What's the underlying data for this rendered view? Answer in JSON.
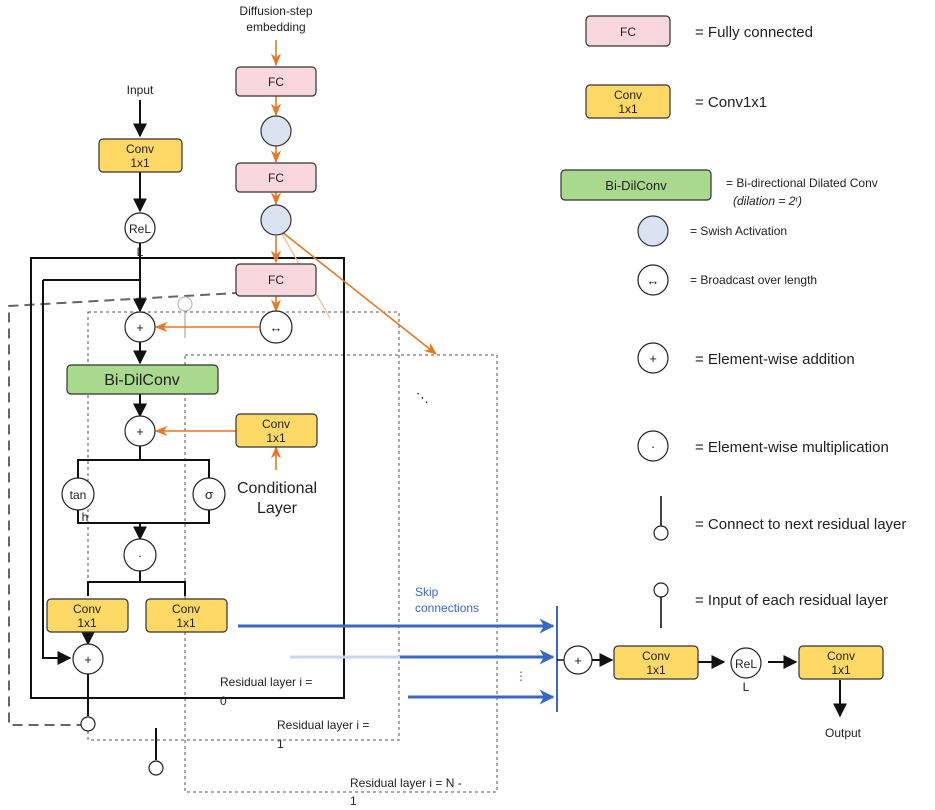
{
  "labels": {
    "diffusion_step": [
      "Diffusion-step",
      "embedding"
    ],
    "input": "Input",
    "output": "Output",
    "conditional_layer": [
      "Conditional",
      "Layer"
    ],
    "skip_connections": [
      "Skip",
      "connections"
    ],
    "residual_0": [
      "Residual layer i =",
      "0"
    ],
    "residual_1": [
      "Residual layer i =",
      "1"
    ],
    "residual_n": [
      "Residual layer i = N -",
      "1"
    ],
    "ellipsis": "⋮",
    "ellipsis_diag": "⋱"
  },
  "nodes": {
    "fc": "FC",
    "conv": [
      "Conv",
      "1x1"
    ],
    "bi_dilconv": "Bi-DilConv",
    "relu": [
      "ReL",
      "L"
    ],
    "plus": "+",
    "dot": "·",
    "tanh": [
      "tan",
      "h"
    ],
    "sigma": "σ",
    "broadcast": "↔"
  },
  "legend": {
    "fully_connected": "= Fully connected",
    "conv1x1": "= Conv1x1",
    "bidirectional": "= Bi-directional Dilated Conv",
    "dilation": "(dilation = 2ʳ)",
    "swish": "= Swish Activation",
    "broadcast": "= Broadcast over length",
    "addition": "= Element-wise addition",
    "multiplication": "= Element-wise multiplication",
    "connect_next": "= Connect to next residual layer",
    "input_each": "= Input of each residual layer"
  },
  "colors": {
    "fc": "#f8d7de",
    "conv": "#ffd966",
    "bi_dilconv": "#a9d98c",
    "swish": "#dbe3f3",
    "orange_arrow": "#e87722",
    "blue_arrow": "#3a66c4"
  }
}
